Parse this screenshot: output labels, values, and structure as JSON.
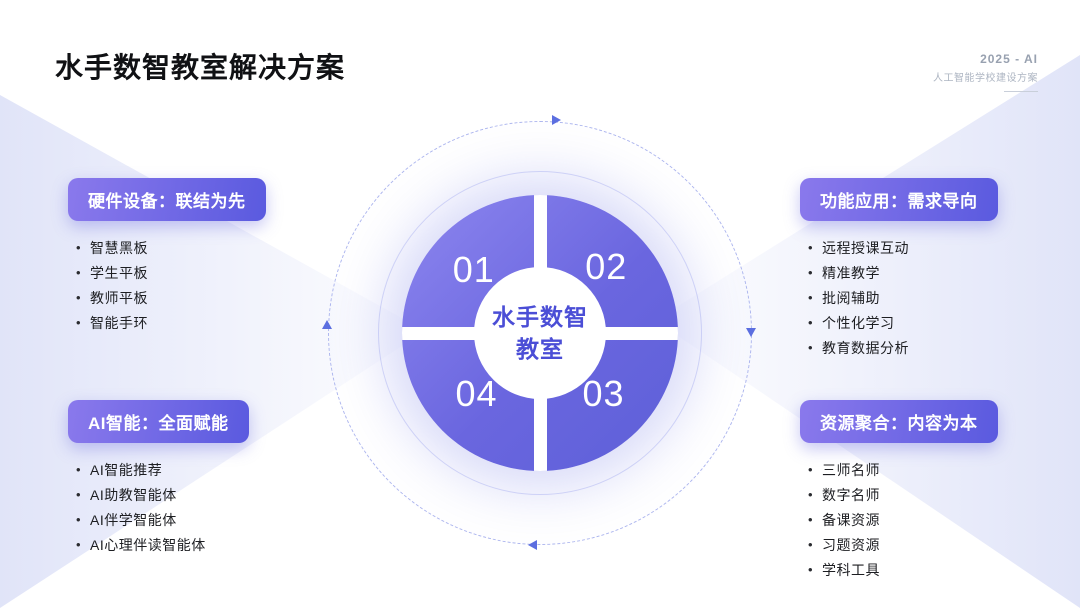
{
  "slide": {
    "title": "水手数智教室解决方案",
    "corner": {
      "line1": "2025 - AI",
      "line2": "人工智能学校建设方案"
    }
  },
  "diagram": {
    "center_line1": "水手数智",
    "center_line2": "教室",
    "numbers": [
      "01",
      "02",
      "03",
      "04"
    ]
  },
  "sections": [
    {
      "title": "硬件设备：联结为先",
      "items": [
        "智慧黑板",
        "学生平板",
        "教师平板",
        "智能手环"
      ]
    },
    {
      "title": "功能应用：需求导向",
      "items": [
        "远程授课互动",
        "精准教学",
        "批阅辅助",
        "个性化学习",
        "教育数据分析"
      ]
    },
    {
      "title": "AI智能：全面赋能",
      "items": [
        "AI智能推荐",
        "AI助教智能体",
        "AI伴学智能体",
        "AI心理伴读智能体"
      ]
    },
    {
      "title": "资源聚合：内容为本",
      "items": [
        "三师名师",
        "数字名师",
        "备课资源",
        "习题资源",
        "学科工具"
      ]
    }
  ],
  "colors": {
    "pill_start": "#8A79EC",
    "pill_end": "#5A5ADF",
    "donut_start": "#8D86EF",
    "donut_end": "#5D60D8",
    "center_text": "#4B4ED6",
    "arrow": "#5C6FE0",
    "dash_ring": "#ADB6EE"
  }
}
